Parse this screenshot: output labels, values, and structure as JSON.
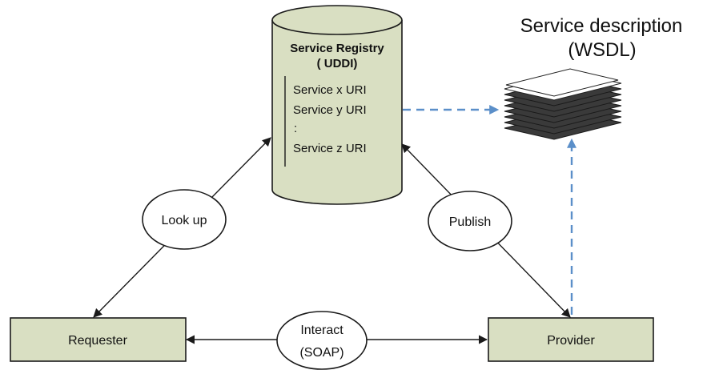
{
  "registry": {
    "title_line1": "Service Registry",
    "title_line2": "( UDDI)",
    "entries": [
      "Service x URI",
      "Service y URI",
      ":",
      "Service z URI"
    ]
  },
  "description": {
    "line1": "Service description",
    "line2": "(WSDL)"
  },
  "actions": {
    "lookup": "Look up",
    "publish": "Publish",
    "interact_line1": "Interact",
    "interact_line2": "(SOAP)"
  },
  "roles": {
    "requester": "Requester",
    "provider": "Provider"
  },
  "colors": {
    "box_fill": "#d9dfc2",
    "dashed_arrow": "#5b8fc9",
    "line": "#1a1a1a"
  }
}
